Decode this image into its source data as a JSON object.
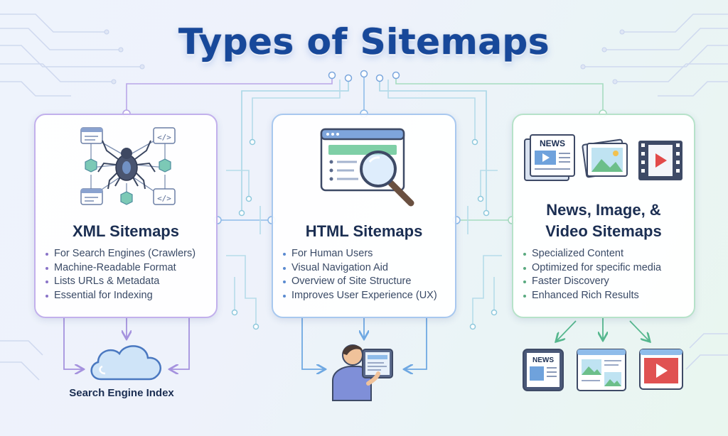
{
  "title": "Types of Sitemaps",
  "cards": [
    {
      "title": "XML Sitemaps",
      "icon": "spider-network-icon",
      "bullets": [
        "For Search Engines (Crawlers)",
        "Machine-Readable Format",
        "Lists URLs & Metadata",
        "Essential for Indexing"
      ]
    },
    {
      "title": "HTML Sitemaps",
      "icon": "browser-magnifier-icon",
      "bullets": [
        "For Human Users",
        "Visual Navigation Aid",
        "Overview of Site Structure",
        "Improves User Experience (UX)"
      ]
    },
    {
      "title_line1": "News, Image, &",
      "title_line2": "Video Sitemaps",
      "icon": "news-image-video-icons",
      "news_label": "NEWS",
      "bullets": [
        "Specialized Content",
        "Optimized for specific media",
        "Faster Discovery",
        "Enhanced Rich Results"
      ]
    }
  ],
  "outputs": {
    "search_engine_index": {
      "label": "Search Engine Index",
      "icon": "cloud-icon"
    },
    "human_user": {
      "icon": "person-tablet-icon"
    },
    "media_results": {
      "icons": [
        "news-tablet-icon",
        "image-page-icon",
        "video-player-icon"
      ],
      "news_label": "NEWS"
    }
  },
  "colors": {
    "title": "#17489a",
    "xml_accent": "#b9a6e8",
    "html_accent": "#8fbcea",
    "media_accent": "#a6dcc0",
    "circuit": "#9fd3e0"
  }
}
